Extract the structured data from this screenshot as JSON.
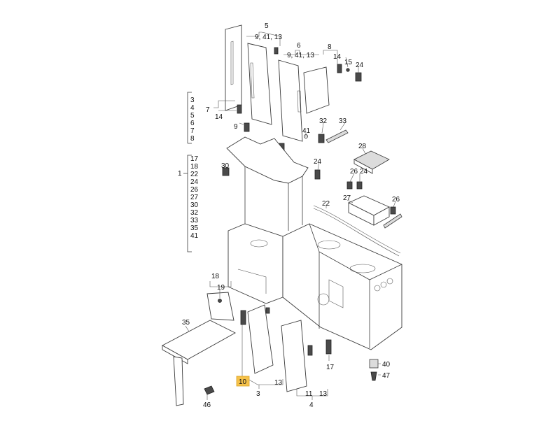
{
  "labels": {
    "group5_num": "5",
    "group5_sub": "9, 41, 13",
    "group6_num": "6",
    "group6_sub": "9, 41, 13",
    "p8": "8",
    "p14a": "14",
    "p15": "15",
    "p24a": "24",
    "p7": "7",
    "p14b": "14",
    "p9": "9",
    "p41": "41",
    "p32": "32",
    "p33": "33",
    "p24b": "24",
    "p28": "28",
    "p30": "30",
    "p26a": "26",
    "p24c": "24",
    "p22": "22",
    "p27": "27",
    "p26b": "26",
    "p18": "18",
    "p19": "19",
    "p35": "35",
    "p10": "10",
    "p13a": "13",
    "p3b": "3",
    "p11": "11",
    "p13b": "13",
    "p4b": "4",
    "p17": "17",
    "p40": "40",
    "p47": "47",
    "p46": "46",
    "p1": "1"
  },
  "list_top": [
    "3",
    "4",
    "5",
    "6",
    "7",
    "8"
  ],
  "list_main": [
    "17",
    "18",
    "22",
    "24",
    "26",
    "27",
    "30",
    "32",
    "33",
    "35",
    "41"
  ],
  "highlight": "10",
  "colors": {
    "highlight": "#f6c24a",
    "line": "#3a3a3a"
  }
}
